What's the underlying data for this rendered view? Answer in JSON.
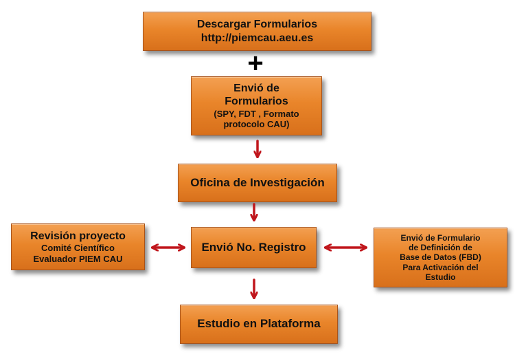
{
  "flowchart": {
    "download_box": {
      "lines": [
        "Descargar Formularios",
        "http://piemcau.aeu.es"
      ]
    },
    "plus_symbol": "+",
    "submit_forms_box": {
      "lines": [
        "Envió de",
        "Formularios",
        "(SPY, FDT , Formato",
        "protocolo CAU)"
      ]
    },
    "research_office_box": {
      "lines": [
        "Oficina de Investigación"
      ]
    },
    "registration_box": {
      "lines": [
        "Envió No. Registro"
      ]
    },
    "project_review_box": {
      "lines": [
        "Revisión proyecto",
        "Comité Científico",
        "Evaluador PIEM CAU"
      ]
    },
    "database_form_box": {
      "lines": [
        "Envió de Formulario",
        "de Definición de",
        "Base de Datos (FBD)",
        "Para Activación del",
        "Estudio"
      ]
    },
    "platform_study_box": {
      "lines": [
        "Estudio en Plataforma"
      ]
    },
    "colors": {
      "box_fill": "#e9852a",
      "box_border": "#a8531a",
      "arrow": "#c0161c",
      "text": "#111111"
    }
  }
}
